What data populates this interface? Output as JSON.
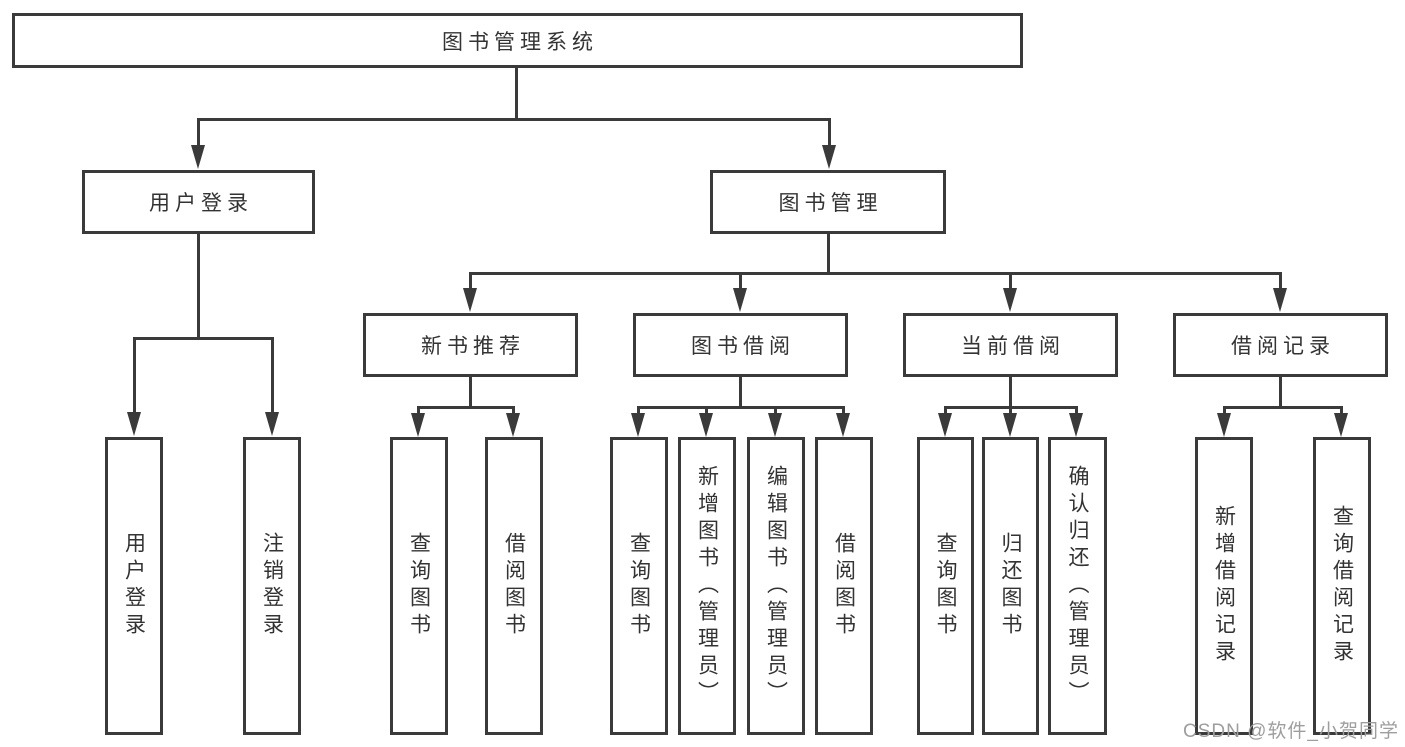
{
  "diagram": {
    "root": {
      "label": "图书管理系统"
    },
    "branches": [
      {
        "label": "用户登录",
        "leaves": [
          "用户登录",
          "注销登录"
        ]
      },
      {
        "label": "图书管理",
        "children": [
          {
            "label": "新书推荐",
            "leaves": [
              "查询图书",
              "借阅图书"
            ]
          },
          {
            "label": "图书借阅",
            "leaves": [
              "查询图书",
              "新增图书（管理员）",
              "编辑图书（管理员）",
              "借阅图书"
            ]
          },
          {
            "label": "当前借阅",
            "leaves": [
              "查询图书",
              "归还图书",
              "确认归还（管理员）"
            ]
          },
          {
            "label": "借阅记录",
            "leaves": [
              "新增借阅记录",
              "查询借阅记录"
            ]
          }
        ]
      }
    ]
  },
  "watermark": {
    "text": "CSDN @软件_小贺同学"
  },
  "colors": {
    "line": "#3a3a3a",
    "text": "#333333",
    "background": "#ffffff",
    "watermark": "#9e9e9e"
  }
}
